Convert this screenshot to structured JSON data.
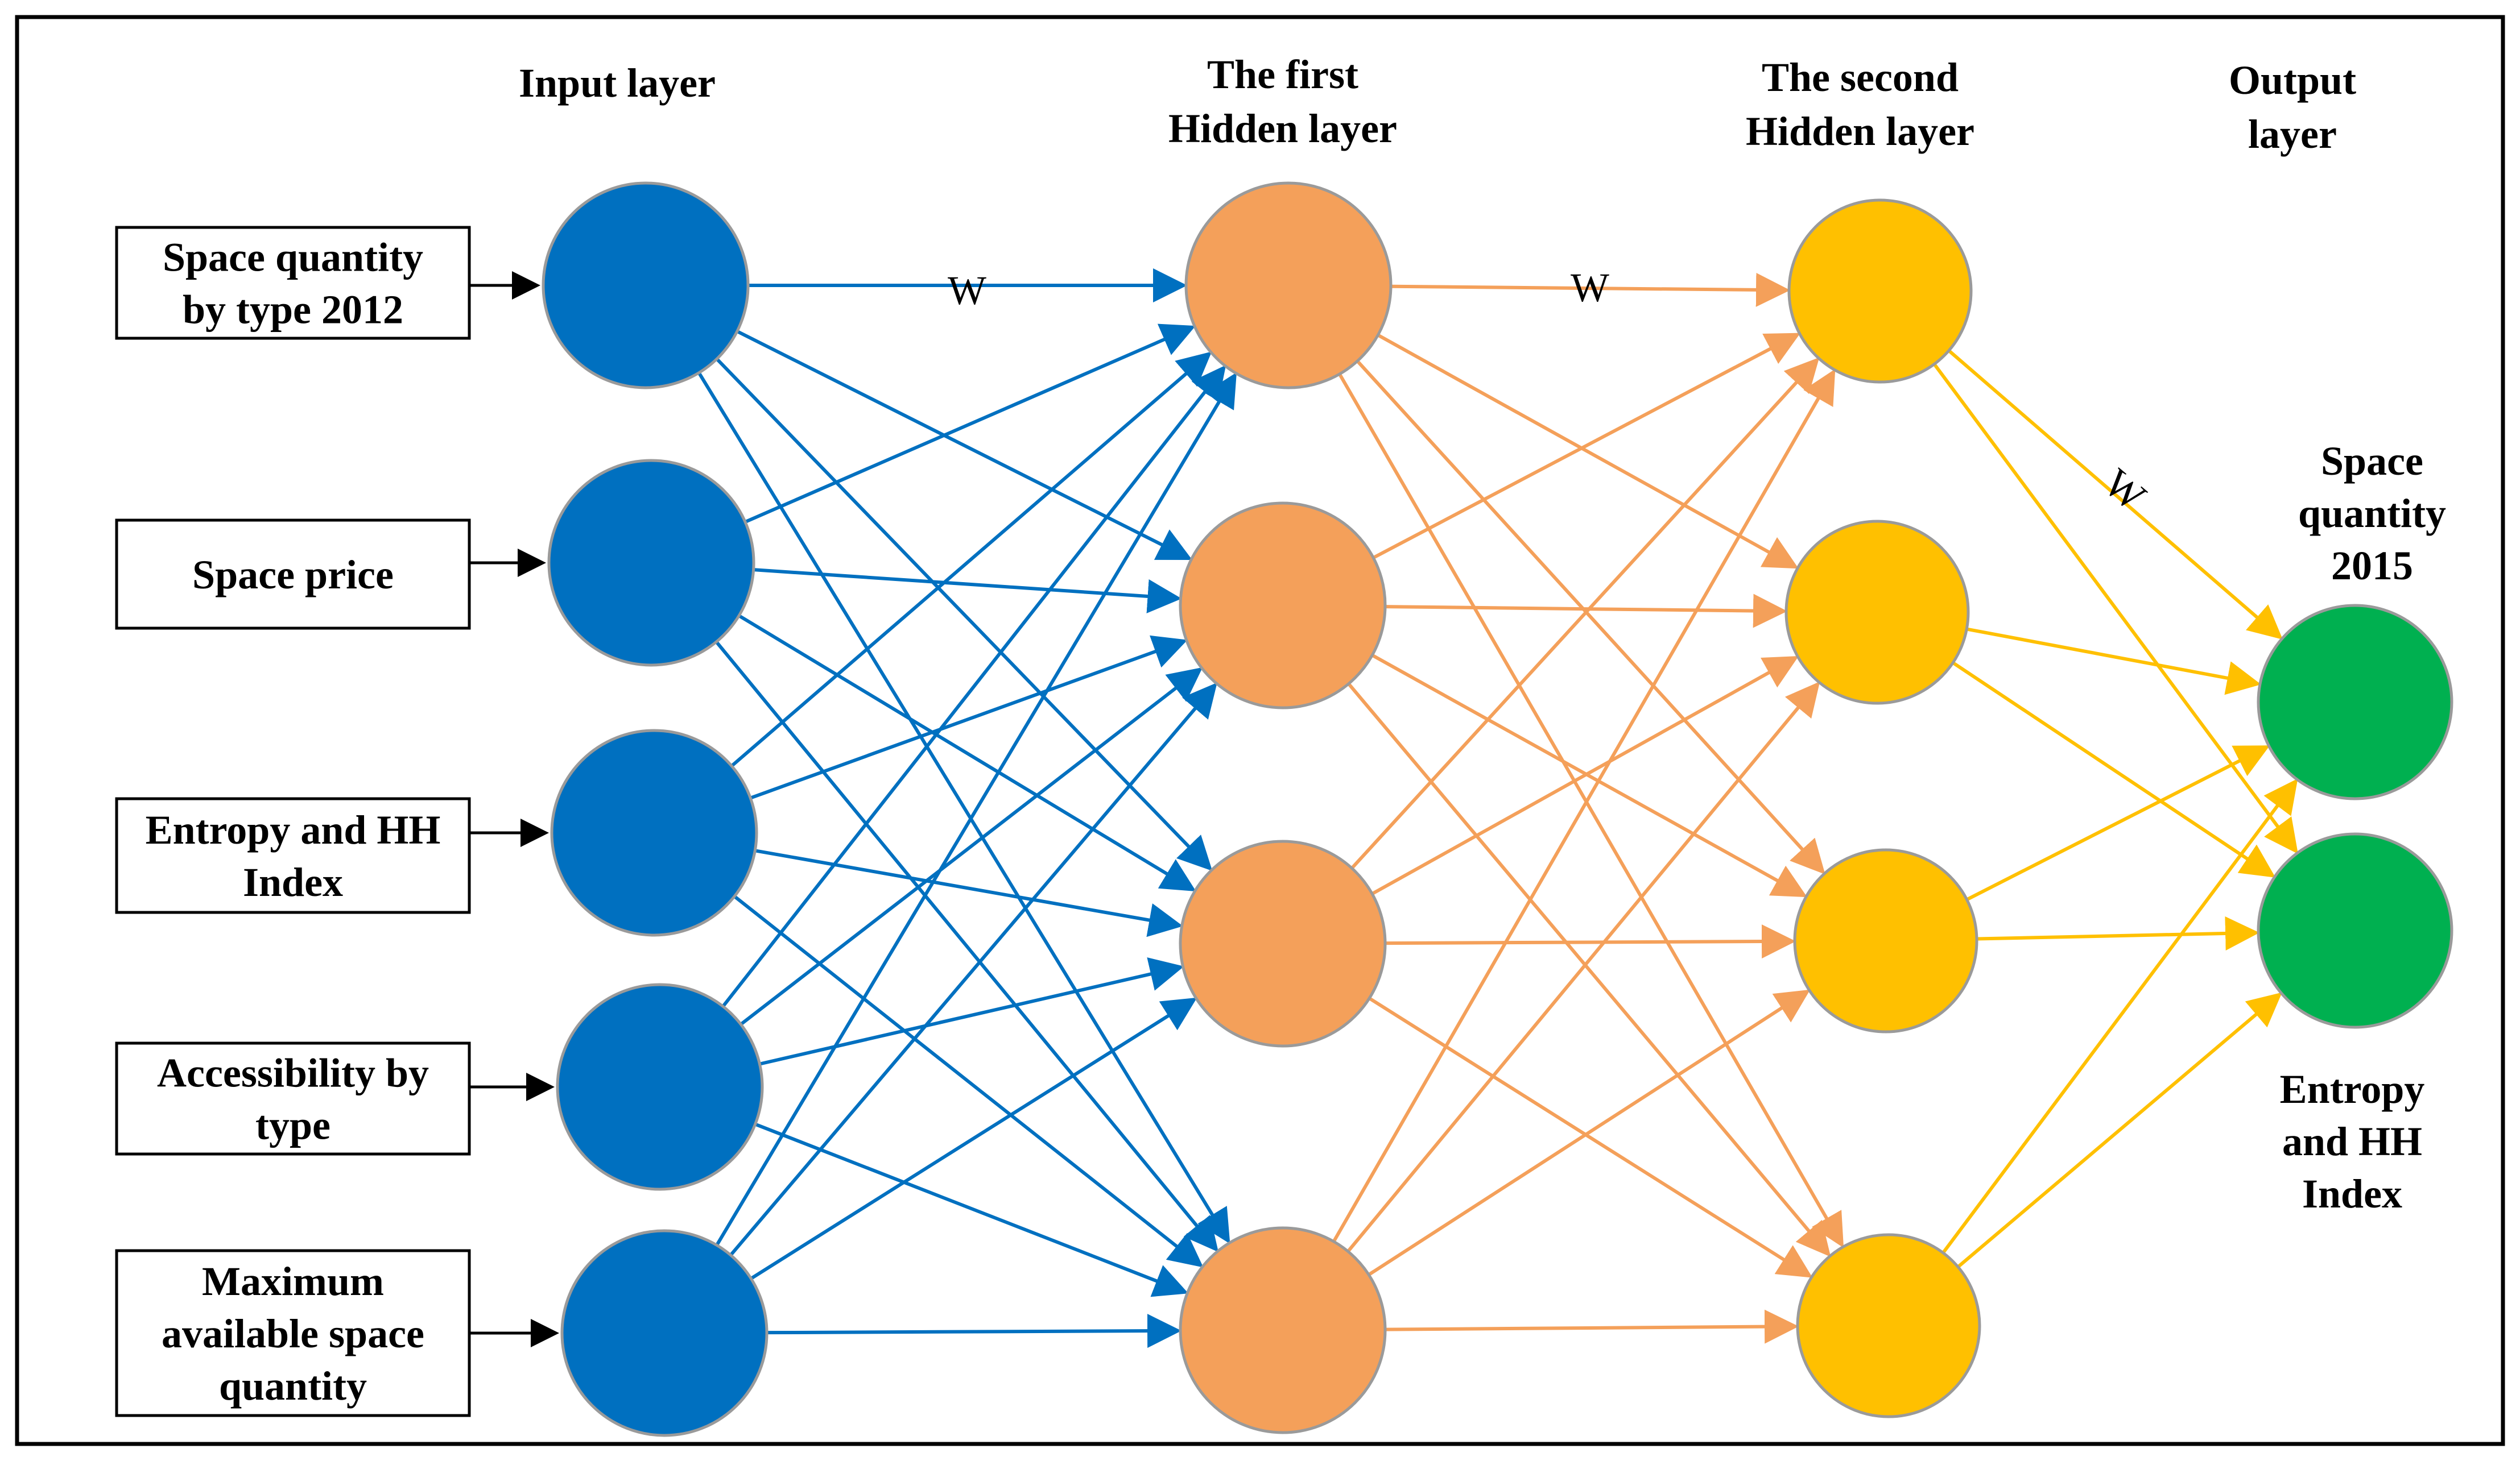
{
  "layers": {
    "input": {
      "title": [
        "Input layer"
      ]
    },
    "hidden1": {
      "title": [
        "The first",
        "Hidden layer"
      ]
    },
    "hidden2": {
      "title": [
        "The second",
        "Hidden layer"
      ]
    },
    "output": {
      "title": [
        "Output",
        "layer"
      ]
    }
  },
  "inputs": [
    {
      "label": [
        "Space quantity",
        "by type 2012"
      ]
    },
    {
      "label": [
        "Space price"
      ]
    },
    {
      "label": [
        "Entropy and HH",
        "Index"
      ]
    },
    {
      "label": [
        "Accessibility by",
        "type"
      ]
    },
    {
      "label": [
        "Maximum",
        "available space",
        "quantity"
      ]
    }
  ],
  "outputs": [
    {
      "label": [
        "Space",
        "quantity",
        "2015"
      ]
    },
    {
      "label": [
        "Entropy",
        "and HH",
        "Index"
      ]
    }
  ],
  "weight_labels": [
    "W",
    "W",
    "W"
  ],
  "colors": {
    "input_node": "#0070C0",
    "hidden1_node": "#F4A05A",
    "hidden2_node": "#FFC000",
    "output_node": "#00B050",
    "input_edges": "#0070C0",
    "hidden1_edges": "#F4A05A",
    "hidden2_edges": "#FFC000",
    "node_stroke": "#9A9A9A"
  }
}
